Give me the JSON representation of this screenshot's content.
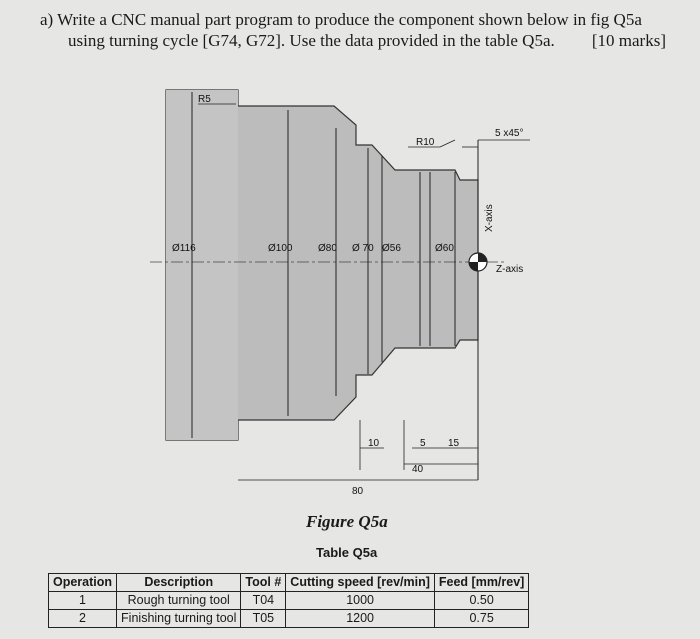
{
  "question": {
    "line1": "a)  Write a CNC manual part program to produce the component shown below in fig Q5a",
    "line2": "using turning cycle [G74, G72]. Use the data provided in the table Q5a.",
    "marks": "[10 marks]"
  },
  "figure": {
    "labels": {
      "r5": "R5",
      "r10": "R10",
      "chamfer": "5 x45°",
      "d116": "Ø116",
      "d100": "Ø100",
      "d80": "Ø80",
      "d70": "Ø 70",
      "d56": "Ø56",
      "d60": "Ø60",
      "x_axis": "X-axis",
      "z_axis": "Z-axis",
      "dim10": "10",
      "dim5": "5",
      "dim15": "15",
      "dim40": "40",
      "dim80": "80"
    },
    "caption": "Figure Q5a"
  },
  "table": {
    "caption": "Table Q5a",
    "headers": [
      "Operation",
      "Description",
      "Tool #",
      "Cutting speed [rev/min]",
      "Feed [mm/rev]"
    ],
    "rows": [
      [
        "1",
        "Rough turning tool",
        "T04",
        "1000",
        "0.50"
      ],
      [
        "2",
        "Finishing turning tool",
        "T05",
        "1200",
        "0.75"
      ]
    ]
  }
}
